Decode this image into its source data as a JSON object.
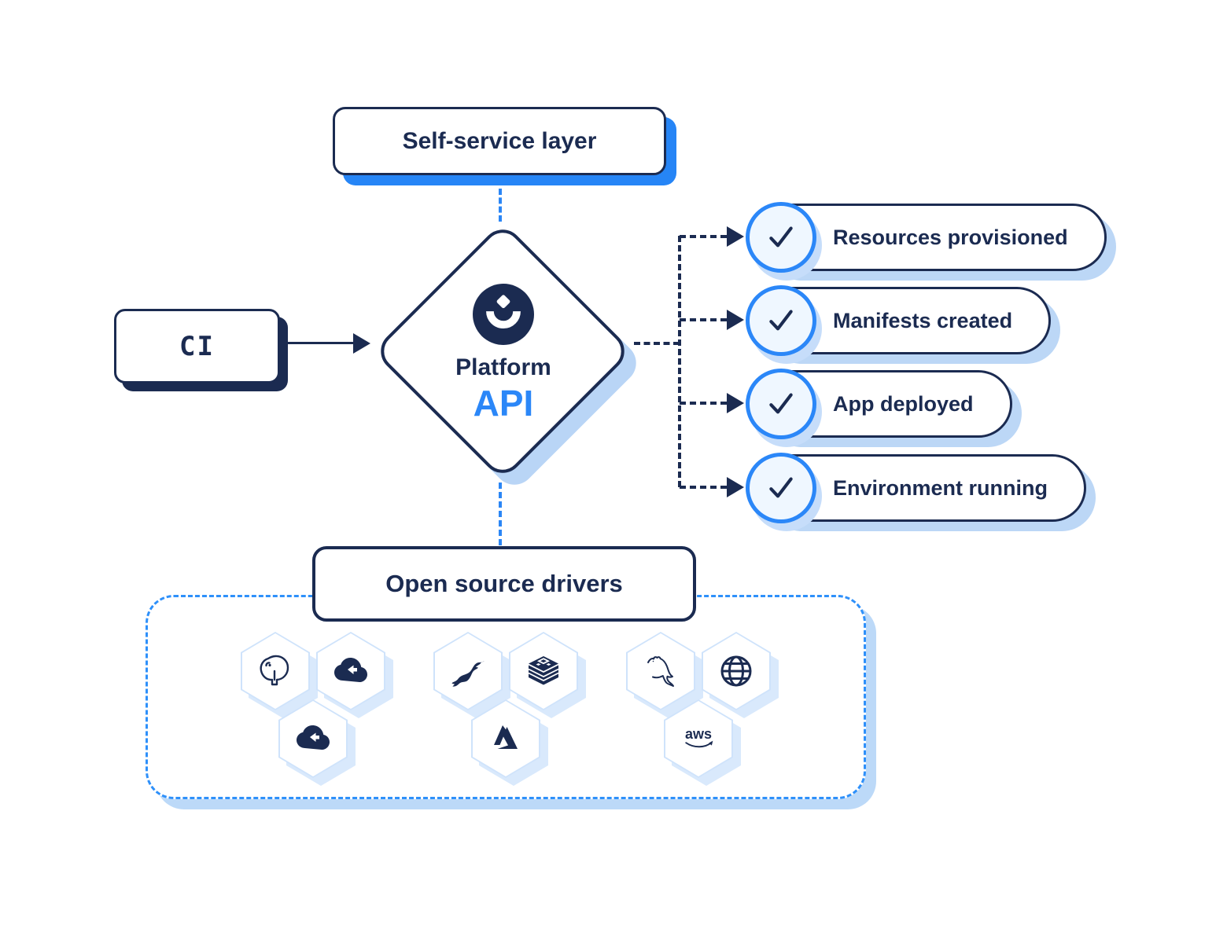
{
  "nodes": {
    "self_service": {
      "label": "Self-service layer"
    },
    "ci": {
      "label": "CI"
    },
    "platform": {
      "name": "Platform",
      "sub": "API",
      "logo": "humanitec-logo"
    },
    "open_source": {
      "label": "Open source drivers"
    }
  },
  "outcomes": [
    {
      "label": "Resources provisioned",
      "icon": "checkmark-icon"
    },
    {
      "label": "Manifests created",
      "icon": "checkmark-icon"
    },
    {
      "label": "App deployed",
      "icon": "checkmark-icon"
    },
    {
      "label": "Environment running",
      "icon": "checkmark-icon"
    }
  ],
  "drivers": {
    "groups": [
      {
        "icons": [
          "postgresql-icon",
          "cloud-icon",
          "cloud-icon"
        ]
      },
      {
        "icons": [
          "mariadb-icon",
          "stack-cube-icon",
          "azure-icon"
        ]
      },
      {
        "icons": [
          "mysql-icon",
          "globe-icon",
          "aws-icon"
        ]
      }
    ],
    "aws_label": "aws"
  },
  "colors": {
    "navy": "#1b2b51",
    "bright_blue": "#2b87f8",
    "dashed_border_blue": "#2e90fa",
    "light_blue_shadow": "#bcd7f6",
    "hex_border": "#cfe3fb",
    "circle_fill": "#eff7ff"
  }
}
